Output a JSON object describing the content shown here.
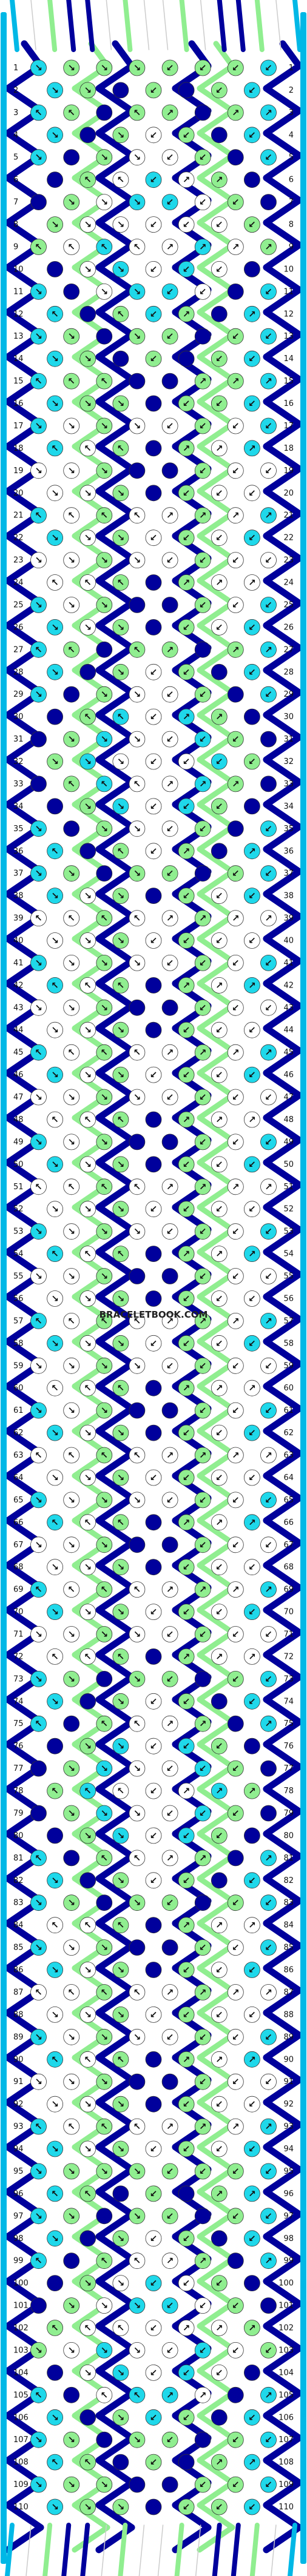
{
  "watermark": "BRACELETBOOK.COM",
  "pattern": {
    "rows": 110,
    "threads": 16,
    "thread_colors": [
      "#00b8e6",
      "#ffffff",
      "#90ee90",
      "#00009c",
      "#00009c",
      "#ffffff",
      "#90ee90",
      "#ffffff",
      "#ffffff",
      "#90ee90",
      "#ffffff",
      "#00009c",
      "#00009c",
      "#90ee90",
      "#ffffff",
      "#00b8e6"
    ],
    "palette": {
      "navy": "#00009c",
      "light_green": "#90ee90",
      "cyan": "#1fd8ea",
      "white": "#ffffff",
      "edge_cyan": "#00b8e6"
    },
    "arrow_glyphs": [
      "↘",
      "↙",
      "↗",
      "↖"
    ]
  }
}
